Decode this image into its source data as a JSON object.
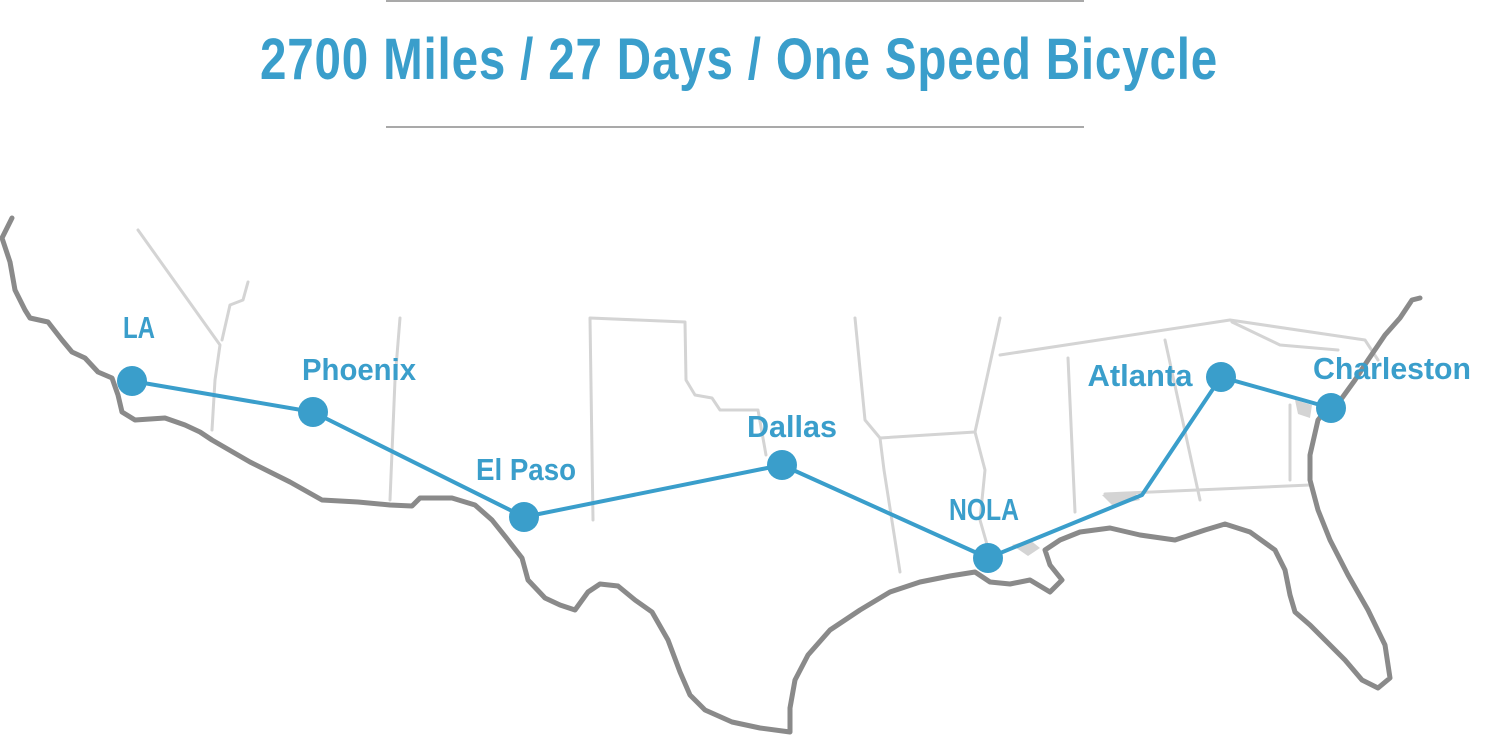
{
  "title": "2700 Miles / 27 Days / One Speed Bicycle",
  "colors": {
    "route": "#3a9ecb",
    "coast": "#8a8a8a",
    "borders": "#d4d4d4",
    "rules": "#a9a9a9"
  },
  "route": {
    "stops": [
      {
        "id": "la",
        "label": "LA"
      },
      {
        "id": "phoenix",
        "label": "Phoenix"
      },
      {
        "id": "el-paso",
        "label": "El Paso"
      },
      {
        "id": "dallas",
        "label": "Dallas"
      },
      {
        "id": "nola",
        "label": "NOLA"
      },
      {
        "id": "atlanta",
        "label": "Atlanta"
      },
      {
        "id": "charleston",
        "label": "Charleston"
      }
    ]
  }
}
